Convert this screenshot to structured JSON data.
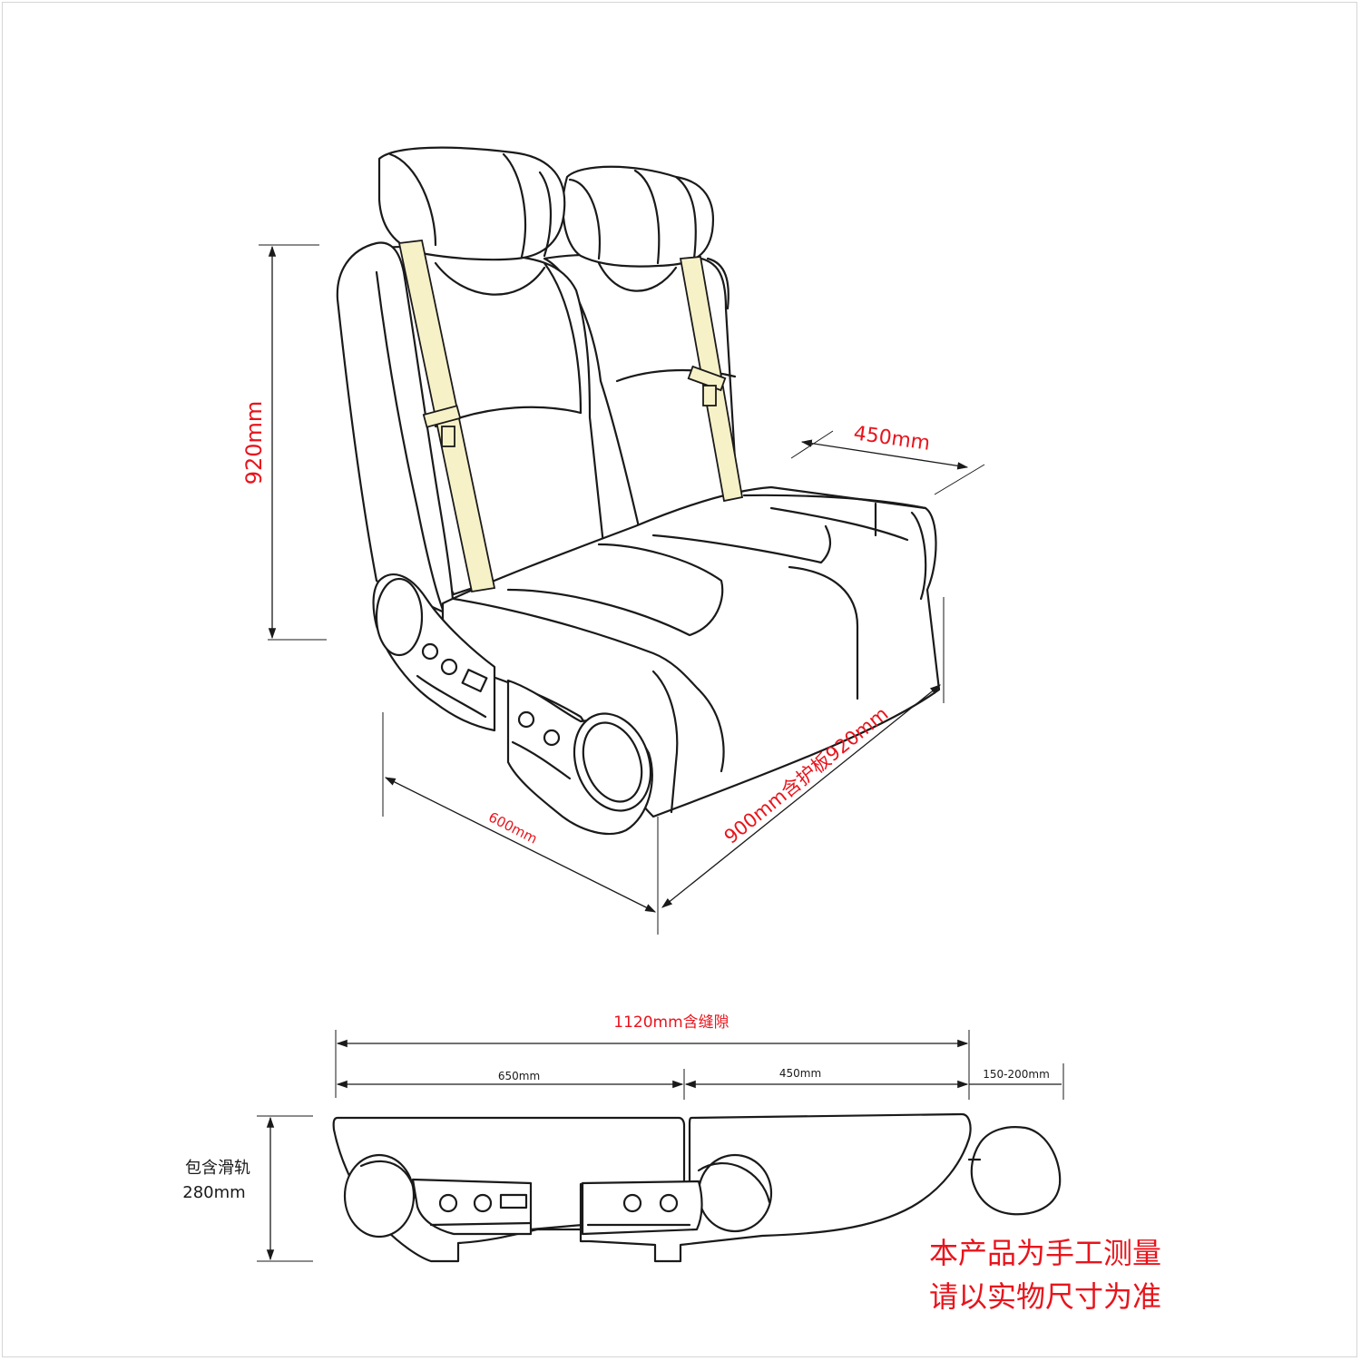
{
  "diagram": {
    "dimensions_3d": {
      "height": "920mm",
      "seat_depth": "450mm",
      "side_depth": "600mm",
      "width": "900mm含护板920mm"
    },
    "dimensions_bottom": {
      "total": "1120mm含缝隙",
      "left_segment": "650mm",
      "mid_segment": "450mm",
      "right_segment": "150-200mm",
      "height_line1": "包含滑轨",
      "height_line2": "280mm"
    },
    "note": {
      "line1": "本产品为手工测量",
      "line2": "请以实物尺寸为准"
    },
    "colors": {
      "dimension_text": "#e8141c",
      "seat_belt": "#f7f1c8",
      "outline": "#1a1a1a"
    }
  }
}
